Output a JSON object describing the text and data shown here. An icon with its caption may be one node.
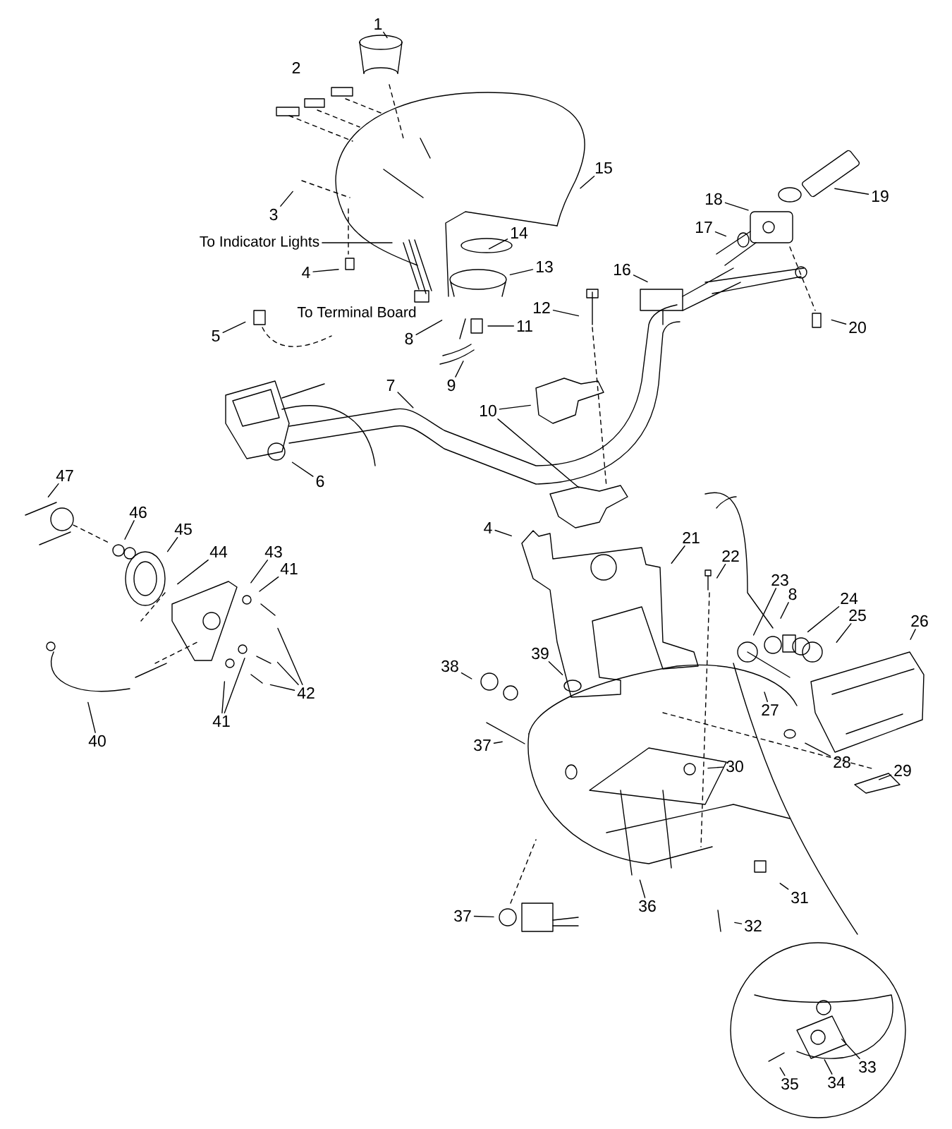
{
  "diagram": {
    "nodes": [
      {
        "text": [
          "1"
        ]
      },
      {
        "text": [
          "3"
        ]
      },
      {
        "text": [
          "To Indicator Lights"
        ]
      },
      {
        "text": [
          "4"
        ]
      },
      {
        "text": [
          "5"
        ]
      },
      {
        "text": [
          "8"
        ]
      },
      {
        "text": [
          "9"
        ]
      },
      {
        "text": [
          "11"
        ]
      },
      {
        "text": [
          "12"
        ]
      },
      {
        "text": [
          "13"
        ]
      },
      {
        "text": [
          "14"
        ]
      },
      {
        "text": [
          "15"
        ]
      },
      {
        "text": [
          "16"
        ]
      },
      {
        "text": [
          "17"
        ]
      },
      {
        "text": [
          "18"
        ]
      },
      {
        "text": [
          "19"
        ]
      },
      {
        "text": [
          "20"
        ]
      },
      {
        "text": [
          "10"
        ]
      },
      {
        "text": [
          "7"
        ]
      },
      {
        "text": [
          "6"
        ]
      },
      {
        "text": [
          "47"
        ]
      },
      {
        "text": [
          "46"
        ]
      },
      {
        "text": [
          "45"
        ]
      },
      {
        "text": [
          "44"
        ]
      },
      {
        "text": [
          "43"
        ]
      },
      {
        "text": [
          "41"
        ]
      },
      {
        "text": [
          "42"
        ]
      },
      {
        "text": [
          "41"
        ]
      },
      {
        "text": [
          "40"
        ]
      },
      {
        "text": [
          "4"
        ]
      },
      {
        "text": [
          "21"
        ]
      },
      {
        "text": [
          "22"
        ]
      },
      {
        "text": [
          "23"
        ]
      },
      {
        "text": [
          "8"
        ]
      },
      {
        "text": [
          "24"
        ]
      },
      {
        "text": [
          "25"
        ]
      },
      {
        "text": [
          "26"
        ]
      },
      {
        "text": [
          "27"
        ]
      },
      {
        "text": [
          "28"
        ]
      },
      {
        "text": [
          "29"
        ]
      },
      {
        "text": [
          "30"
        ]
      },
      {
        "text": [
          "39"
        ]
      },
      {
        "text": [
          "38"
        ]
      },
      {
        "text": [
          "37"
        ]
      },
      {
        "text": [
          "36"
        ]
      },
      {
        "text": [
          "31"
        ]
      },
      {
        "text": [
          "32"
        ]
      },
      {
        "text": [
          "37"
        ]
      },
      {
        "text": [
          "33"
        ]
      },
      {
        "text": [
          "34"
        ]
      },
      {
        "text": [
          "35"
        ]
      }
    ],
    "edges": [
      {
        "from": 0,
        "to": null,
        "arrow": "none"
      },
      {
        "from": 1,
        "to": null,
        "arrow": "none"
      },
      {
        "from": 2,
        "to": null,
        "arrow": "none"
      },
      {
        "from": 3,
        "to": null,
        "arrow": "none"
      },
      {
        "from": 4,
        "to": null,
        "arrow": "none"
      },
      {
        "from": 5,
        "to": null,
        "arrow": "none"
      },
      {
        "from": 6,
        "to": null,
        "arrow": "none"
      },
      {
        "from": 7,
        "to": null,
        "arrow": "none"
      },
      {
        "from": 8,
        "to": null,
        "arrow": "none"
      },
      {
        "from": 9,
        "to": null,
        "arrow": "none"
      },
      {
        "from": 10,
        "to": null,
        "arrow": "none"
      },
      {
        "from": 11,
        "to": null,
        "arrow": "none"
      },
      {
        "from": 12,
        "to": null,
        "arrow": "none"
      },
      {
        "from": 13,
        "to": null,
        "arrow": "none"
      },
      {
        "from": 14,
        "to": null,
        "arrow": "none"
      },
      {
        "from": 15,
        "to": null,
        "arrow": "none"
      },
      {
        "from": 16,
        "to": null,
        "arrow": "none"
      },
      {
        "from": 17,
        "to": null,
        "arrow": "none"
      },
      {
        "from": 17,
        "to": null,
        "arrow": "none"
      },
      {
        "from": 18,
        "to": null,
        "arrow": "none"
      },
      {
        "from": 19,
        "to": null,
        "arrow": "none"
      },
      {
        "from": 20,
        "to": null,
        "arrow": "none"
      },
      {
        "from": 21,
        "to": null,
        "arrow": "none"
      },
      {
        "from": 22,
        "to": null,
        "arrow": "none"
      },
      {
        "from": 23,
        "to": null,
        "arrow": "none"
      },
      {
        "from": 24,
        "to": null,
        "arrow": "none"
      },
      {
        "from": 25,
        "to": null,
        "arrow": "none"
      },
      {
        "from": 26,
        "to": null,
        "arrow": "none"
      },
      {
        "from": 26,
        "to": null,
        "arrow": "none"
      },
      {
        "from": 26,
        "to": null,
        "arrow": "none"
      },
      {
        "from": 27,
        "to": null,
        "arrow": "none"
      },
      {
        "from": 27,
        "to": null,
        "arrow": "none"
      },
      {
        "from": 28,
        "to": null,
        "arrow": "none"
      },
      {
        "from": 29,
        "to": null,
        "arrow": "none"
      },
      {
        "from": 30,
        "to": null,
        "arrow": "none"
      },
      {
        "from": 31,
        "to": null,
        "arrow": "none"
      },
      {
        "from": 32,
        "to": null,
        "arrow": "none"
      },
      {
        "from": 33,
        "to": null,
        "arrow": "none"
      },
      {
        "from": 34,
        "to": null,
        "arrow": "none"
      },
      {
        "from": 35,
        "to": null,
        "arrow": "none"
      },
      {
        "from": 36,
        "to": null,
        "arrow": "none"
      },
      {
        "from": 37,
        "to": null,
        "arrow": "none"
      },
      {
        "from": 38,
        "to": null,
        "arrow": "none"
      },
      {
        "from": 39,
        "to": null,
        "arrow": "none"
      },
      {
        "from": 40,
        "to": null,
        "arrow": "none"
      },
      {
        "from": 41,
        "to": null,
        "arrow": "none"
      },
      {
        "from": 42,
        "to": null,
        "arrow": "none"
      },
      {
        "from": 43,
        "to": null,
        "arrow": "none"
      },
      {
        "from": 44,
        "to": null,
        "arrow": "none"
      },
      {
        "from": 45,
        "to": null,
        "arrow": "none"
      },
      {
        "from": 46,
        "to": null,
        "arrow": "none"
      },
      {
        "from": 47,
        "to": null,
        "arrow": "none"
      },
      {
        "from": 48,
        "to": null,
        "arrow": "none"
      },
      {
        "from": 49,
        "to": null,
        "arrow": "none"
      },
      {
        "from": 50,
        "to": null,
        "arrow": "none"
      }
    ],
    "labels": [
      "2",
      "To Terminal Board"
    ]
  }
}
